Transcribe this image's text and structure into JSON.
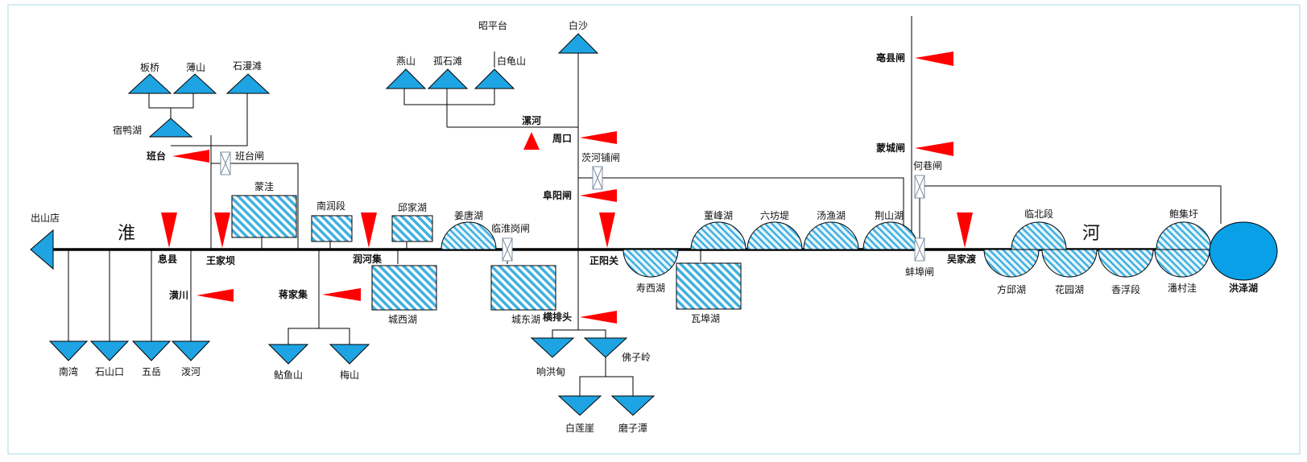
{
  "river_words": [
    "淮",
    "河"
  ],
  "outlet_label": "出山店",
  "terminal_lake": "洪泽湖",
  "upstream_reservoirs": {
    "banqiao": "板桥",
    "boshan": "薄山",
    "shimantan": "石漫滩",
    "suyahu": "宿鸭湖",
    "yanshan": "燕山",
    "gushitan": "孤石滩",
    "zhaopingtai": "昭平台",
    "baiguishan": "白龟山",
    "baisha": "白沙"
  },
  "south_reservoirs": {
    "nanwan": "南湾",
    "shishankou": "石山口",
    "wuyue": "五岳",
    "pohe": "泼河",
    "niuyushan": "鲇鱼山",
    "meishan": "梅山",
    "xianghongdian": "响洪甸",
    "foziling": "佛子岭",
    "bailianya": "白莲崖",
    "mozitan": "磨子潭"
  },
  "stations": {
    "bantai": "班台",
    "xixian": "息县",
    "wangjiaba": "王家坝",
    "huangchuan": "潢川",
    "jiangjiaji": "蒋家集",
    "runheji": "润河集",
    "luohe": "漯河",
    "zhoukou": "周口",
    "fuyang_zha": "阜阳闸",
    "zhengyangguan": "正阳关",
    "hengpaitou": "横排头",
    "bozhou_zha": "亳县闸",
    "mengcheng_zha": "蒙城闸",
    "wujiadu": "吴家渡"
  },
  "sluices": {
    "bantai_zha": "班台闸",
    "linhuaigang_zha": "临淮岗闸",
    "cihepu_zha": "茨河铺闸",
    "hexiang_zha": "何巷闸",
    "bengbu_zha": "蚌埠闸"
  },
  "detention_areas": {
    "mengwa": "蒙洼",
    "nanrunduan": "南润段",
    "qiujiahu": "邱家湖",
    "chengxihu": "城西湖",
    "chengdonghu": "城东湖",
    "washihu": "瓦埠湖"
  },
  "lakes_north": {
    "jiangtanghu": "姜唐湖",
    "dongfenghu": "董峰湖",
    "liufangdi": "六坊堤",
    "tangyuhu": "汤渔湖",
    "jingshanhu": "荆山湖",
    "linbeiduan": "临北段",
    "baojiwei": "鲍集圩"
  },
  "lakes_south": {
    "shouxihu": "寿西湖",
    "fanglanghu": "方邱湖",
    "huayuanhu": "花园湖",
    "xiangfuduan": "香浮段",
    "pancunwa": "潘村洼"
  },
  "colors": {
    "reservoir": "#1ea4e2",
    "station": "#ff0000",
    "hatch": "#3fb0e0",
    "lake_terminal": "#0aa0e8",
    "frame": "#a8d8e4"
  }
}
